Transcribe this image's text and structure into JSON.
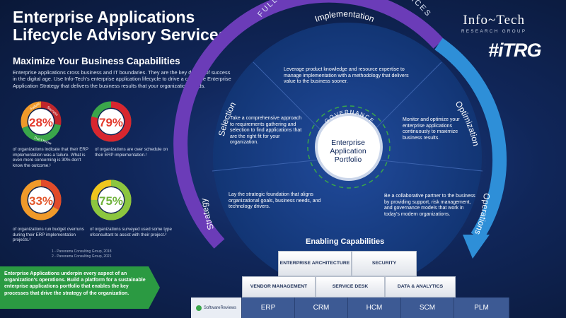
{
  "title": {
    "line1": "Enterprise Applications",
    "line2": "Lifecycle Advisory Services"
  },
  "subtitle": "Maximize Your Business Capabilities",
  "intro": "Enterprise applications cross business and IT boundaries. They are the key drivers of success in the digital age. Use Info-Tech's enterprise application lifecycle to drive a cohesive Enterprise Application Strategy that delivers the business results that your organization needs.",
  "stats": [
    {
      "value": "28%",
      "label": "of organizations indicate that their ERP implementation was a failure. What is even more concerning is 30% don't know the outcome.¹",
      "ring_labels": [
        "Failure",
        "Success",
        "Don't Know"
      ]
    },
    {
      "value": "79%",
      "label": "of organizations are over schedule on their ERP implementation.¹"
    },
    {
      "value": "33%",
      "label": "of organizations run budget overruns during their ERP implementation projects.²"
    },
    {
      "value": "75%",
      "label": "of organizations surveyed used some type ofconsultant to assist with their project.²"
    }
  ],
  "footnotes": [
    "1 - Panorama Consulting Group, 2018",
    "2 - Panorama Consulting Group, 2021"
  ],
  "logo": {
    "main": "Info~Tech",
    "sub": "RESEARCH GROUP",
    "tag": "#iTRG"
  },
  "arc_title": "FULL LIFECYCLE ADVISORY SERVICES",
  "phases": {
    "implementation": "Implementation",
    "selection": "Selection",
    "strategy": "Strategy",
    "optimization": "Optimization",
    "operations": "Operations"
  },
  "phase_texts": {
    "implementation": "Leverage product knowledge and resource expertise to manage implementation with a methodology that delivers value to the business sooner.",
    "selection": "Take a comprehensive approach to requirements gathering and selection to find applications that are the right fit for your organization.",
    "optimization": "Monitor and optimize your enterprise applications continuously to maximize business results.",
    "strategy": "Lay the strategic foundation that aligns organizational goals, business needs, and technology drivers.",
    "operations": "Be a collaborative partner to the business by providing support, risk management, and governance models that work in today's modern organizations."
  },
  "governance": "GOVERNANCE",
  "center": {
    "line1": "Enterprise",
    "line2": "Application",
    "line3": "Portfolio"
  },
  "enabling": {
    "title": "Enabling Capabilities",
    "top": [
      "ENTERPRISE ARCHITECTURE",
      "SECURITY"
    ],
    "middle": [
      "VENDOR MANAGEMENT",
      "SERVICE DESK",
      "DATA & ANALYTICS"
    ],
    "base": [
      "ERP",
      "CRM",
      "HCM",
      "SCM",
      "PLM"
    ],
    "base_logo": "SoftwareReviews"
  },
  "callout": "Enterprise Applications underpin every aspect of an organization's operations. Build a platform for a sustainable enterprise applications portfolio that enables the key processes that drive the strategy of the organization.",
  "colors": {
    "arc": "#6c3fb5",
    "accent": "#2f9ae0",
    "green": "#2b9a42",
    "bg": "#0c1a3a"
  }
}
